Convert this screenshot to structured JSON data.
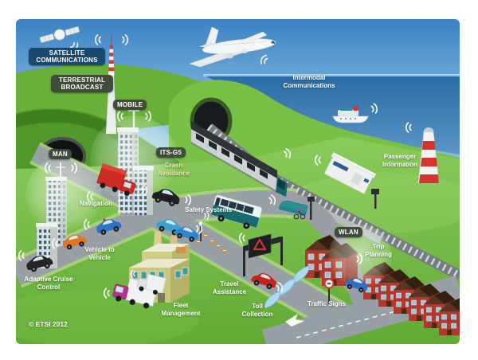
{
  "labels": {
    "satellite_communications": "SATELLITE COMMUNICATIONS",
    "terrestrial_broadcast": "TERRESTRIAL BROADCAST",
    "mobile": "MOBILE",
    "man": "MAN",
    "its_g5": "ITS-G5",
    "wlan": "WLAN"
  },
  "captions": {
    "intermodal_communications": "Intermodal Communications",
    "passenger_information": "Passenger Information",
    "crash_avoidance": "Crash Avoidance",
    "navigation": "Navigation",
    "safety_systems": "Safety Systems",
    "vehicle_to_vehicle": "Vehicle to Vehicle",
    "adaptive_cruise_control": "Adaptive Cruise Control",
    "fleet_management": "Fleet Management",
    "travel_assistance": "Travel Assistance",
    "toll_collection": "Toll Collection",
    "traffic_signs": "Traffic Signs",
    "trip_planning": "Trip Planning"
  },
  "credit": "© ETSI 2012",
  "icons": {
    "signal_waves_icon": "concentric radio arcs",
    "warning_triangle_icon": "red warning triangle",
    "speed_limit_sign_icon": "red circle road sign"
  },
  "colors": {
    "badge_blue": "#18496f",
    "badge_olive": "#404b3b",
    "caption_text": "#ffffff",
    "crash_caption_text": "#f6e2b8",
    "sky_top": "#3b82c3",
    "sea": "#2a6aa5",
    "grass": "#6ab33c",
    "road": "#99a0a5",
    "brick_red": "#b0382c",
    "teal": "#166b70"
  }
}
